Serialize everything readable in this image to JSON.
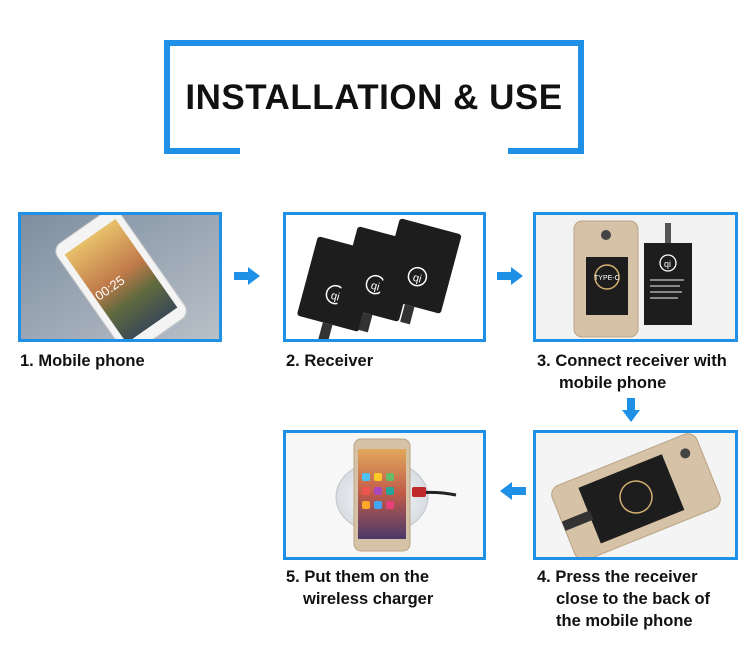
{
  "title": "INSTALLATION & USE",
  "steps": [
    {
      "label": "1. Mobile phone"
    },
    {
      "label": "2. Receiver"
    },
    {
      "label_line1": "3. Connect receiver with",
      "label_line2": "mobile phone"
    },
    {
      "label_line1": "4. Press the receiver",
      "label_line2": "close to the back of",
      "label_line3": "the mobile phone"
    },
    {
      "label_line1": "5. Put them on the",
      "label_line2": "wireless charger"
    }
  ],
  "receiver_text": "TYPE-C",
  "phone_time": "00:25",
  "colors": {
    "accent": "#1e90e6",
    "text": "#111111"
  },
  "icons": [
    "arrow-right-icon",
    "arrow-down-icon",
    "arrow-left-icon",
    "qi-logo-icon"
  ]
}
